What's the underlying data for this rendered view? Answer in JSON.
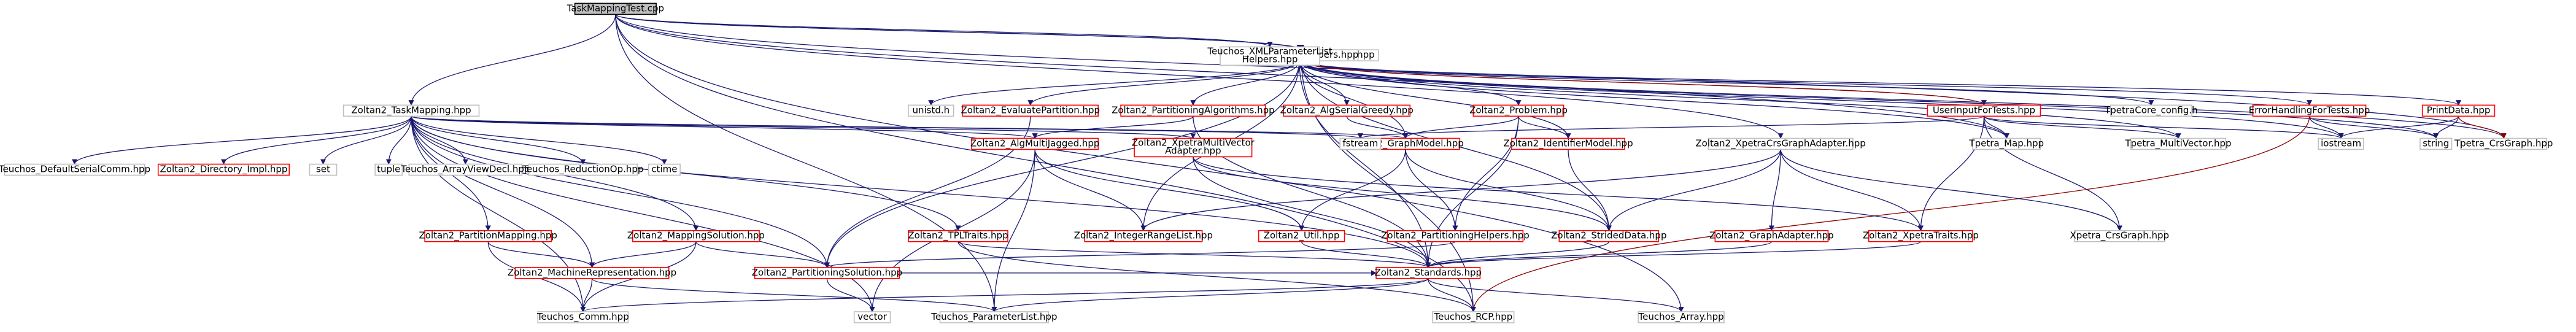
{
  "colors": {
    "root_fill": "#bfbfbf",
    "root_stroke": "#000000",
    "doc_stroke": "#ff0000",
    "plain_stroke": "#bfbfbf",
    "node_fill": "#ffffff",
    "edge": "#191970",
    "edge_red": "#8b0000"
  },
  "nodes": [
    {
      "id": "root",
      "lines": [
        "TaskMappingTest.cpp"
      ],
      "style": "root"
    },
    {
      "id": "n1",
      "lines": [
        "Zoltan2_PartitioningProblem.hpp"
      ],
      "style": "plain"
    },
    {
      "id": "n2",
      "lines": [
        "Zoltan2_TestHelpers.hpp"
      ],
      "style": "plain"
    },
    {
      "id": "n3",
      "lines": [
        "Teuchos_XMLParameterList",
        "Helpers.hpp"
      ],
      "style": "plain"
    },
    {
      "id": "n4",
      "lines": [
        "Zoltan2_TaskMapping.hpp"
      ],
      "style": "plain"
    },
    {
      "id": "n5",
      "lines": [
        "unistd.h"
      ],
      "style": "plain"
    },
    {
      "id": "n6",
      "lines": [
        "Zoltan2_EvaluatePartition.hpp"
      ],
      "style": "doc"
    },
    {
      "id": "n7",
      "lines": [
        "Zoltan2_PartitioningAlgorithms.hpp"
      ],
      "style": "doc"
    },
    {
      "id": "n8",
      "lines": [
        "Zoltan2_AlgSerialGreedy.hpp"
      ],
      "style": "doc"
    },
    {
      "id": "n9",
      "lines": [
        "Zoltan2_Problem.hpp"
      ],
      "style": "doc"
    },
    {
      "id": "n10",
      "lines": [
        "UserInputForTests.hpp"
      ],
      "style": "doc"
    },
    {
      "id": "n11",
      "lines": [
        "Tpetra_Map.hpp"
      ],
      "style": "plain"
    },
    {
      "id": "n12",
      "lines": [
        "TpetraCore_config.h"
      ],
      "style": "plain"
    },
    {
      "id": "n13",
      "lines": [
        "ErrorHandlingForTests.hpp"
      ],
      "style": "doc"
    },
    {
      "id": "n14",
      "lines": [
        "PrintData.hpp"
      ],
      "style": "doc"
    },
    {
      "id": "n15",
      "lines": [
        "Teuchos_DefaultSerialComm.hpp"
      ],
      "style": "plain"
    },
    {
      "id": "n16",
      "lines": [
        "Zoltan2_Directory_Impl.hpp"
      ],
      "style": "doc"
    },
    {
      "id": "n17",
      "lines": [
        "set"
      ],
      "style": "plain"
    },
    {
      "id": "n18",
      "lines": [
        "tuple"
      ],
      "style": "plain"
    },
    {
      "id": "n19",
      "lines": [
        "Teuchos_ArrayViewDecl.hpp"
      ],
      "style": "plain"
    },
    {
      "id": "n20",
      "lines": [
        "Teuchos_ReductionOp.hpp"
      ],
      "style": "plain"
    },
    {
      "id": "n21",
      "lines": [
        "ctime"
      ],
      "style": "plain"
    },
    {
      "id": "n22",
      "lines": [
        "Zoltan2_AlgMultiJagged.hpp"
      ],
      "style": "doc"
    },
    {
      "id": "n23",
      "lines": [
        "Zoltan2_XpetraMultiVector",
        "Adapter.hpp"
      ],
      "style": "doc"
    },
    {
      "id": "n24",
      "lines": [
        "Zoltan2_GraphModel.hpp"
      ],
      "style": "doc"
    },
    {
      "id": "n25",
      "lines": [
        "fstream"
      ],
      "style": "plain"
    },
    {
      "id": "n26",
      "lines": [
        "Zoltan2_IdentifierModel.hpp"
      ],
      "style": "doc"
    },
    {
      "id": "n27",
      "lines": [
        "Zoltan2_XpetraCrsGraphAdapter.hpp"
      ],
      "style": "plain"
    },
    {
      "id": "n28",
      "lines": [
        "Tpetra_MultiVector.hpp"
      ],
      "style": "plain"
    },
    {
      "id": "n29",
      "lines": [
        "iostream"
      ],
      "style": "plain"
    },
    {
      "id": "n30",
      "lines": [
        "string"
      ],
      "style": "plain"
    },
    {
      "id": "n31",
      "lines": [
        "Tpetra_CrsGraph.hpp"
      ],
      "style": "plain"
    },
    {
      "id": "n32",
      "lines": [
        "Zoltan2_PartitionMapping.hpp"
      ],
      "style": "doc"
    },
    {
      "id": "n33",
      "lines": [
        "Zoltan2_MappingSolution.hpp"
      ],
      "style": "doc"
    },
    {
      "id": "n34",
      "lines": [
        "Zoltan2_TPLTraits.hpp"
      ],
      "style": "doc"
    },
    {
      "id": "n35",
      "lines": [
        "Zoltan2_IntegerRangeList.hpp"
      ],
      "style": "doc"
    },
    {
      "id": "n36",
      "lines": [
        "Zoltan2_Util.hpp"
      ],
      "style": "doc"
    },
    {
      "id": "n37",
      "lines": [
        "Zoltan2_PartitioningHelpers.hpp"
      ],
      "style": "doc"
    },
    {
      "id": "n38",
      "lines": [
        "Zoltan2_StridedData.hpp"
      ],
      "style": "doc"
    },
    {
      "id": "n39",
      "lines": [
        "Zoltan2_GraphAdapter.hpp"
      ],
      "style": "doc"
    },
    {
      "id": "n40",
      "lines": [
        "Zoltan2_XpetraTraits.hpp"
      ],
      "style": "doc"
    },
    {
      "id": "n41",
      "lines": [
        "Xpetra_CrsGraph.hpp"
      ],
      "style": "plain"
    },
    {
      "id": "n42",
      "lines": [
        "Zoltan2_MachineRepresentation.hpp"
      ],
      "style": "doc"
    },
    {
      "id": "n43",
      "lines": [
        "Zoltan2_PartitioningSolution.hpp"
      ],
      "style": "doc"
    },
    {
      "id": "n44",
      "lines": [
        "Zoltan2_Standards.hpp"
      ],
      "style": "doc"
    },
    {
      "id": "n45",
      "lines": [
        "Teuchos_Comm.hpp"
      ],
      "style": "plain"
    },
    {
      "id": "n46",
      "lines": [
        "vector"
      ],
      "style": "plain"
    },
    {
      "id": "n47",
      "lines": [
        "Teuchos_ParameterList.hpp"
      ],
      "style": "plain"
    },
    {
      "id": "n48",
      "lines": [
        "Teuchos_RCP.hpp"
      ],
      "style": "plain"
    },
    {
      "id": "n49",
      "lines": [
        "Teuchos_Array.hpp"
      ],
      "style": "plain"
    }
  ],
  "edges": [
    [
      "root",
      "n1"
    ],
    [
      "root",
      "n2"
    ],
    [
      "root",
      "n3"
    ],
    [
      "root",
      "n4"
    ],
    [
      "root",
      "n47"
    ],
    [
      "root",
      "n48"
    ],
    [
      "root",
      "n49"
    ],
    [
      "root",
      "n27"
    ],
    [
      "root",
      "n11"
    ],
    [
      "root",
      "n31"
    ],
    [
      "n1",
      "n5"
    ],
    [
      "n1",
      "n6"
    ],
    [
      "n1",
      "n7"
    ],
    [
      "n1",
      "n8"
    ],
    [
      "n1",
      "n9"
    ],
    [
      "n1",
      "n24"
    ],
    [
      "n1",
      "n26"
    ],
    [
      "n1",
      "n43"
    ],
    [
      "n1",
      "n35"
    ],
    [
      "n1",
      "n44"
    ],
    [
      "n2",
      "n10"
    ],
    [
      "n2",
      "n11"
    ],
    [
      "n2",
      "n12"
    ],
    [
      "n2",
      "n13"
    ],
    [
      "n2",
      "n14"
    ],
    [
      "n2",
      "n28"
    ],
    [
      "n2",
      "n29"
    ],
    [
      "n2",
      "n30"
    ],
    [
      "n2",
      "n31"
    ],
    [
      "n2",
      "n48"
    ],
    [
      "n2",
      "n38"
    ],
    [
      "n10",
      "n2"
    ],
    [
      "n10",
      "n11"
    ],
    [
      "n10",
      "n25"
    ],
    [
      "n10",
      "n29"
    ],
    [
      "n10",
      "n41"
    ],
    [
      "n10",
      "n40"
    ],
    [
      "n10",
      "n28"
    ],
    [
      "n13",
      "n29"
    ],
    [
      "n13",
      "n30"
    ],
    [
      "n13",
      "n48"
    ],
    [
      "n14",
      "n29"
    ],
    [
      "n14",
      "n30"
    ],
    [
      "n14",
      "n31"
    ],
    [
      "n4",
      "n15"
    ],
    [
      "n4",
      "n16"
    ],
    [
      "n4",
      "n17"
    ],
    [
      "n4",
      "n18"
    ],
    [
      "n4",
      "n19"
    ],
    [
      "n4",
      "n20"
    ],
    [
      "n4",
      "n21"
    ],
    [
      "n4",
      "n22"
    ],
    [
      "n4",
      "n23"
    ],
    [
      "n4",
      "n24"
    ],
    [
      "n4",
      "n25"
    ],
    [
      "n4",
      "n32"
    ],
    [
      "n4",
      "n33"
    ],
    [
      "n4",
      "n34"
    ],
    [
      "n4",
      "n42"
    ],
    [
      "n4",
      "n43"
    ],
    [
      "n4",
      "n44"
    ],
    [
      "n4",
      "n45"
    ],
    [
      "n4",
      "n46"
    ],
    [
      "n6",
      "n43"
    ],
    [
      "n7",
      "n22"
    ],
    [
      "n7",
      "n44"
    ],
    [
      "n8",
      "n24"
    ],
    [
      "n9",
      "n24"
    ],
    [
      "n9",
      "n26"
    ],
    [
      "n9",
      "n37"
    ],
    [
      "n9",
      "n44"
    ],
    [
      "n22",
      "n35"
    ],
    [
      "n22",
      "n46"
    ],
    [
      "n22",
      "n47"
    ],
    [
      "n22",
      "n36"
    ],
    [
      "n23",
      "n40"
    ],
    [
      "n23",
      "n38"
    ],
    [
      "n23",
      "n44"
    ],
    [
      "n24",
      "n38"
    ],
    [
      "n24",
      "n36"
    ],
    [
      "n24",
      "n37"
    ],
    [
      "n26",
      "n38"
    ],
    [
      "n27",
      "n38"
    ],
    [
      "n27",
      "n39"
    ],
    [
      "n27",
      "n40"
    ],
    [
      "n27",
      "n41"
    ],
    [
      "n27",
      "n35"
    ],
    [
      "n32",
      "n42"
    ],
    [
      "n32",
      "n45"
    ],
    [
      "n33",
      "n42"
    ],
    [
      "n33",
      "n43"
    ],
    [
      "n33",
      "n45"
    ],
    [
      "n34",
      "n44"
    ],
    [
      "n34",
      "n48"
    ],
    [
      "n36",
      "n44"
    ],
    [
      "n37",
      "n43"
    ],
    [
      "n38",
      "n44"
    ],
    [
      "n39",
      "n44"
    ],
    [
      "n40",
      "n44"
    ],
    [
      "n42",
      "n45"
    ],
    [
      "n42",
      "n47"
    ],
    [
      "n43",
      "n46"
    ],
    [
      "n43",
      "n44"
    ],
    [
      "n44",
      "n45"
    ],
    [
      "n44",
      "n47"
    ],
    [
      "n44",
      "n48"
    ],
    [
      "n44",
      "n49"
    ]
  ]
}
